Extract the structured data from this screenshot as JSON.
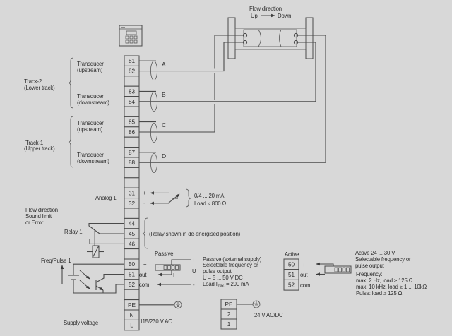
{
  "colors": {
    "background": "#d8d8d8",
    "line": "#4a4a4a",
    "text": "#2e2e2e"
  },
  "flow_meter": {
    "label": "Flow direction",
    "up": "Up",
    "down": "Down"
  },
  "track2": {
    "name": "Track-2",
    "sub": "(Lower track)",
    "upstream": [
      "Transducer",
      "(upstream)"
    ],
    "downstream": [
      "Transducer",
      "(downstream)"
    ]
  },
  "track1": {
    "name": "Track-1",
    "sub": "(Upper track)",
    "upstream": [
      "Transducer",
      "(upstream)"
    ],
    "downstream": [
      "Transducer",
      "(downstream)"
    ]
  },
  "cables": [
    "A",
    "B",
    "C",
    "D"
  ],
  "terminal_block": {
    "terminals": [
      "81",
      "82",
      "",
      "83",
      "84",
      "",
      "85",
      "86",
      "",
      "87",
      "88",
      "",
      "",
      "31",
      "32",
      "",
      "44",
      "45",
      "46",
      "",
      "50",
      "51",
      "52",
      "",
      "PE",
      "N",
      "L"
    ]
  },
  "analog": {
    "label": "Analog 1",
    "plus": "+",
    "minus": "-",
    "spec": [
      "0/4 ... 20 mA",
      "Load ≤ 800 Ω"
    ]
  },
  "relay": {
    "function": [
      "Flow direction",
      "Sound limit",
      "or Error"
    ],
    "label": "Relay 1",
    "note": "(Relay shown in de-energised position)"
  },
  "freq_pulse": {
    "label": "Freq/Pulse 1"
  },
  "passive": {
    "title": "Passive",
    "pins": [
      "+",
      "out",
      "com"
    ],
    "plus": "+",
    "minus": "-",
    "u": "U",
    "i": "I",
    "counter_sign": "-",
    "description": [
      "Passive (external supply)",
      "Selectable frequency or",
      "pulse output",
      "U = 5 ... 50 V DC"
    ],
    "load": {
      "prefix": "Load I",
      "sub": "max.",
      "suffix": " = 200 mA"
    }
  },
  "active": {
    "title": "Active",
    "terminals": [
      "50",
      "51",
      "52"
    ],
    "pins": [
      "+",
      "out",
      "com"
    ],
    "counter_sign": "-",
    "description": [
      "Active 24 ... 30 V",
      "Selectable frequency or",
      "pulse output"
    ],
    "frequency": [
      "Frequency:",
      "max. 2 Hz, load ≥ 125 Ω",
      "max. 10 kHz, load ≥ 1 ... 10kΩ",
      "Pulse: load ≥ 125 Ω"
    ]
  },
  "supply": {
    "label": "Supply voltage",
    "ac": "115/230 V AC",
    "dc_terminals": [
      "PE",
      "2",
      "1"
    ],
    "dc": "24 V AC/DC"
  }
}
